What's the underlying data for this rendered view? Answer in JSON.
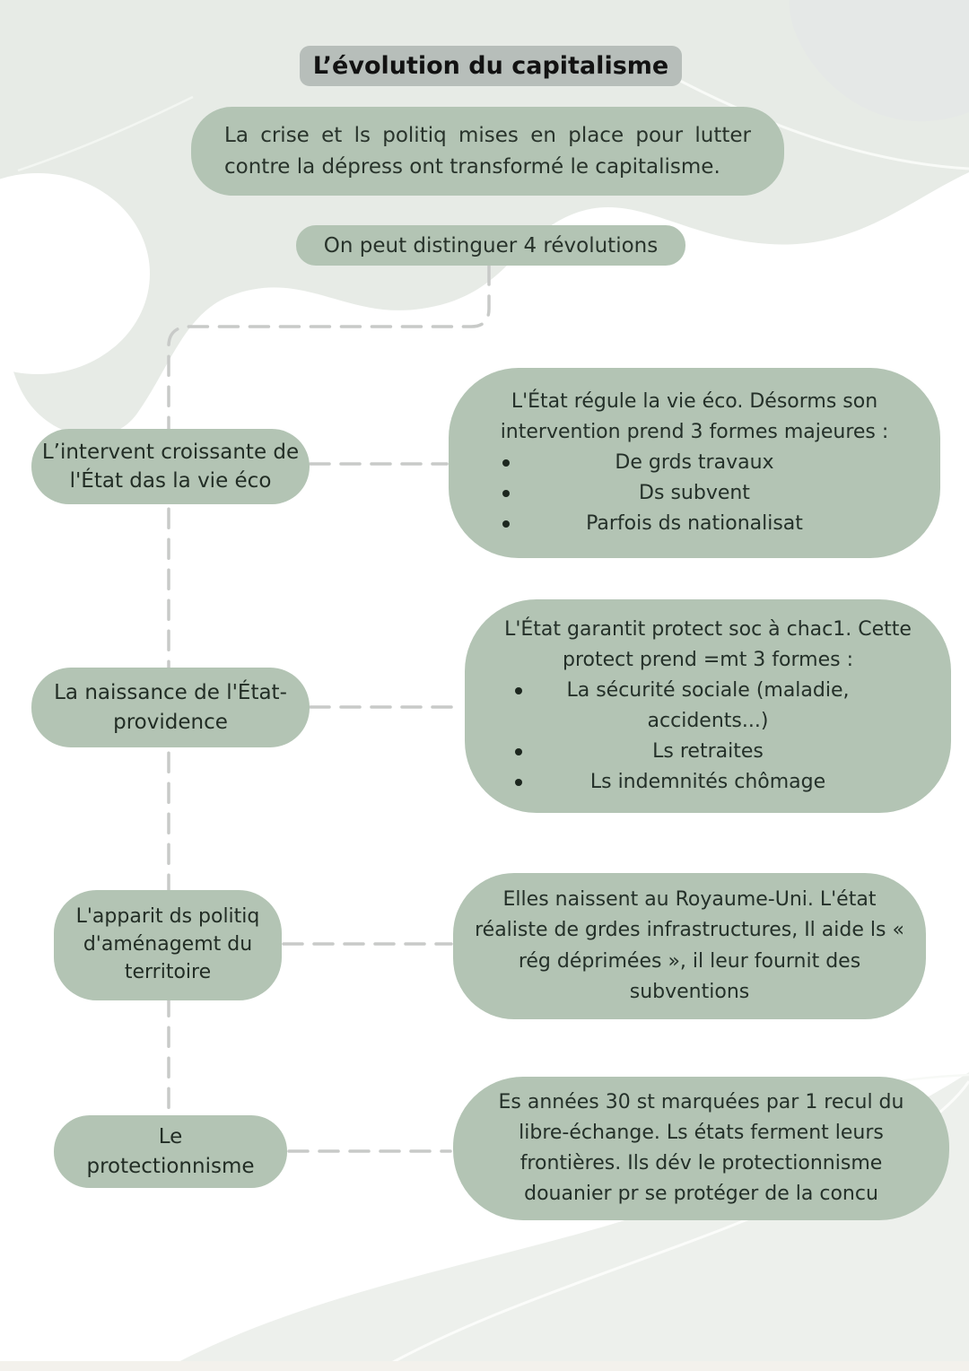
{
  "page": {
    "title": "L’évolution du capitalisme",
    "intro": "La crise et ls politiq mises en place pour lutter contre la dépress ont transformé le capitalisme.",
    "subtitle": "On peut distinguer 4 révolutions"
  },
  "branches": [
    {
      "label": "L’intervent croissante de l'État das la vie éco",
      "detail_intro": "L'État régule la vie éco. Désorms son intervention prend 3 formes majeures :",
      "bullets": [
        "De grds travaux",
        "Ds subvent",
        "Parfois ds nationalisat"
      ]
    },
    {
      "label": "La naissance de l'État-providence",
      "detail_intro": "L'État garantit protect soc à chac1. Cette protect prend =mt 3 formes :",
      "bullets": [
        "La sécurité sociale (maladie, accidents...)",
        "Ls retraites",
        "Ls indemnités chômage"
      ]
    },
    {
      "label": "L'apparit ds politiq d'aménagemt du territoire",
      "detail": "Elles naissent au Royaume-Uni. L'état réaliste de grdes infrastructures, Il aide ls « rég déprimées », il leur fournit des subventions"
    },
    {
      "label": "Le protectionnisme",
      "detail": "Es années 30 st marquées par 1 recul du libre-échange. Ls états ferment leurs frontières. Ils dév le protectionnisme douanier pr se protéger de la concu"
    }
  ],
  "colors": {
    "node_green": "#b3c4b4",
    "title_gray": "#b7beba",
    "connector_gray": "#c8cac8",
    "text_dark": "#26312a",
    "background_tint": "#e7ebe6"
  }
}
